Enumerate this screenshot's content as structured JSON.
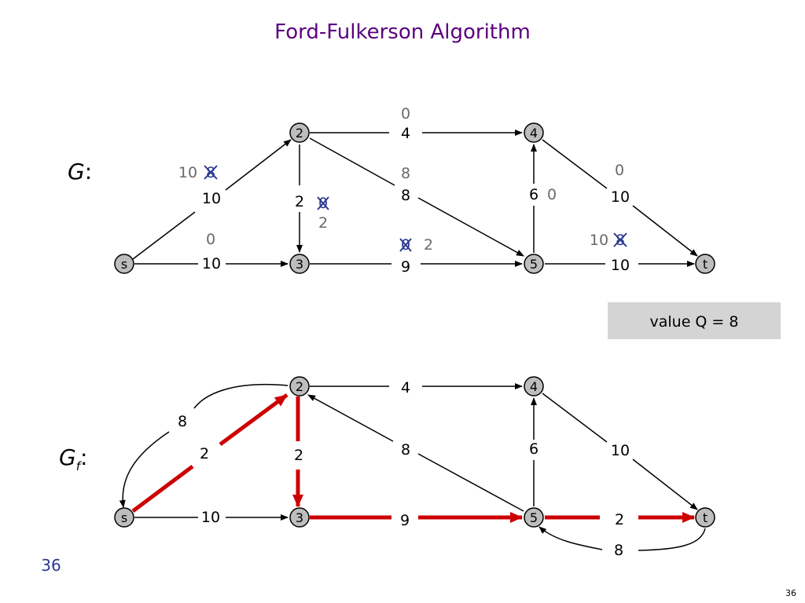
{
  "title": "Ford-Fulkerson Algorithm",
  "graph_g": {
    "label": "G",
    "colon": ":",
    "nodes": {
      "s": "s",
      "n2": "2",
      "n3": "3",
      "n4": "4",
      "n5": "5",
      "t": "t"
    },
    "edges": {
      "s_2": {
        "capacity": "10",
        "flow_current": "10",
        "flow_old": "8"
      },
      "s_3": {
        "capacity": "10",
        "flow_current": "0"
      },
      "e2_4": {
        "capacity": "4",
        "flow_current": "0"
      },
      "e2_3": {
        "capacity": "2",
        "flow_old": "0",
        "flow_current": "2"
      },
      "e2_5": {
        "capacity": "8",
        "flow_current": "8"
      },
      "e3_5": {
        "capacity": "9",
        "flow_old": "0",
        "flow_current": "2"
      },
      "e5_4": {
        "capacity": "6",
        "flow_current": "0"
      },
      "e4_t": {
        "capacity": "10",
        "flow_current": "0"
      },
      "e5_t": {
        "capacity": "10",
        "flow_current": "10",
        "flow_old": "8"
      }
    }
  },
  "value_box": {
    "text": "value Q = 8",
    "color": "#d4d4d4"
  },
  "graph_gf": {
    "label": "G",
    "subscript": "f",
    "colon": ":",
    "nodes": {
      "s": "s",
      "n2": "2",
      "n3": "3",
      "n4": "4",
      "n5": "5",
      "t": "t"
    },
    "edges": {
      "back_2_s": "8",
      "s_2": "2",
      "s_3": "10",
      "e2_4": "4",
      "e2_3": "2",
      "e5_2": "8",
      "e5_4": "6",
      "e4_t": "10",
      "e3_5": "9",
      "e5_t": "2",
      "back_t_5": "8"
    },
    "path_color": "#cc0000"
  },
  "footer": {
    "page_number": "36",
    "slide_number": "36"
  },
  "colors": {
    "title": "#5b007f",
    "node_fill": "#bdbdbd",
    "cross_out": "#2b3a8f",
    "old_flow_text": "#6a6a6a"
  }
}
